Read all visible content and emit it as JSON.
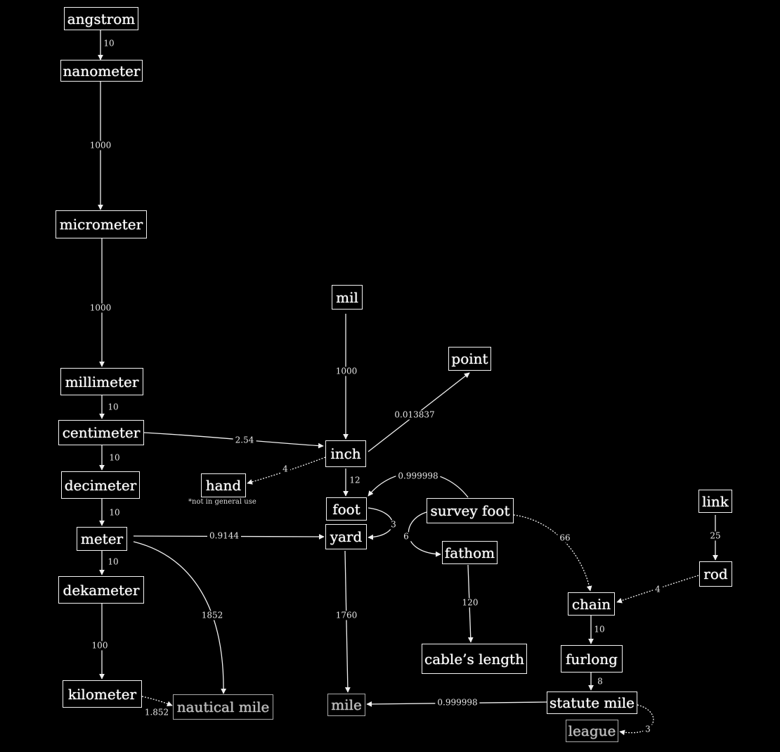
{
  "nodes": {
    "angstrom": "angstrom",
    "nanometer": "nanometer",
    "micrometer": "micrometer",
    "millimeter": "millimeter",
    "centimeter": "centimeter",
    "decimeter": "decimeter",
    "meter": "meter",
    "dekameter": "dekameter",
    "kilometer": "kilometer",
    "nautical_mile": "nautical mile",
    "mil": "mil",
    "point": "point",
    "inch": "inch",
    "hand": "hand",
    "foot": "foot",
    "yard": "yard",
    "survey_foot": "survey foot",
    "fathom": "fathom",
    "cables_length": "cable’s length",
    "mile": "mile",
    "link": "link",
    "rod": "rod",
    "chain": "chain",
    "furlong": "furlong",
    "statute_mile": "statute mile",
    "league": "league"
  },
  "notes": {
    "hand": "*not in general use"
  },
  "edges": [
    {
      "id": "angstrom-nanometer",
      "label": "10"
    },
    {
      "id": "nanometer-micrometer",
      "label": "1000"
    },
    {
      "id": "micrometer-millimeter",
      "label": "1000"
    },
    {
      "id": "millimeter-centimeter",
      "label": "10"
    },
    {
      "id": "centimeter-decimeter",
      "label": "10"
    },
    {
      "id": "decimeter-meter",
      "label": "10"
    },
    {
      "id": "meter-dekameter",
      "label": "10"
    },
    {
      "id": "dekameter-kilometer",
      "label": "100"
    },
    {
      "id": "kilometer-nautical_mile",
      "label": "1.852"
    },
    {
      "id": "meter-nautical_mile",
      "label": "1852"
    },
    {
      "id": "centimeter-inch",
      "label": "2.54"
    },
    {
      "id": "meter-yard",
      "label": "0.9144"
    },
    {
      "id": "mil-inch",
      "label": "1000"
    },
    {
      "id": "inch-point",
      "label": "0.013837"
    },
    {
      "id": "inch-hand",
      "label": "4"
    },
    {
      "id": "inch-foot",
      "label": "12"
    },
    {
      "id": "foot-yard",
      "label": "3"
    },
    {
      "id": "survey_foot-foot",
      "label": "0.999998"
    },
    {
      "id": "survey_foot-fathom",
      "label": "6"
    },
    {
      "id": "survey_foot-chain",
      "label": "66"
    },
    {
      "id": "fathom-cables_length",
      "label": "120"
    },
    {
      "id": "yard-mile",
      "label": "1760"
    },
    {
      "id": "link-rod",
      "label": "25"
    },
    {
      "id": "rod-chain",
      "label": "4"
    },
    {
      "id": "chain-furlong",
      "label": "10"
    },
    {
      "id": "furlong-statute_mile",
      "label": "8"
    },
    {
      "id": "statute_mile-mile",
      "label": "0.999998"
    },
    {
      "id": "statute_mile-league",
      "label": "3"
    }
  ]
}
